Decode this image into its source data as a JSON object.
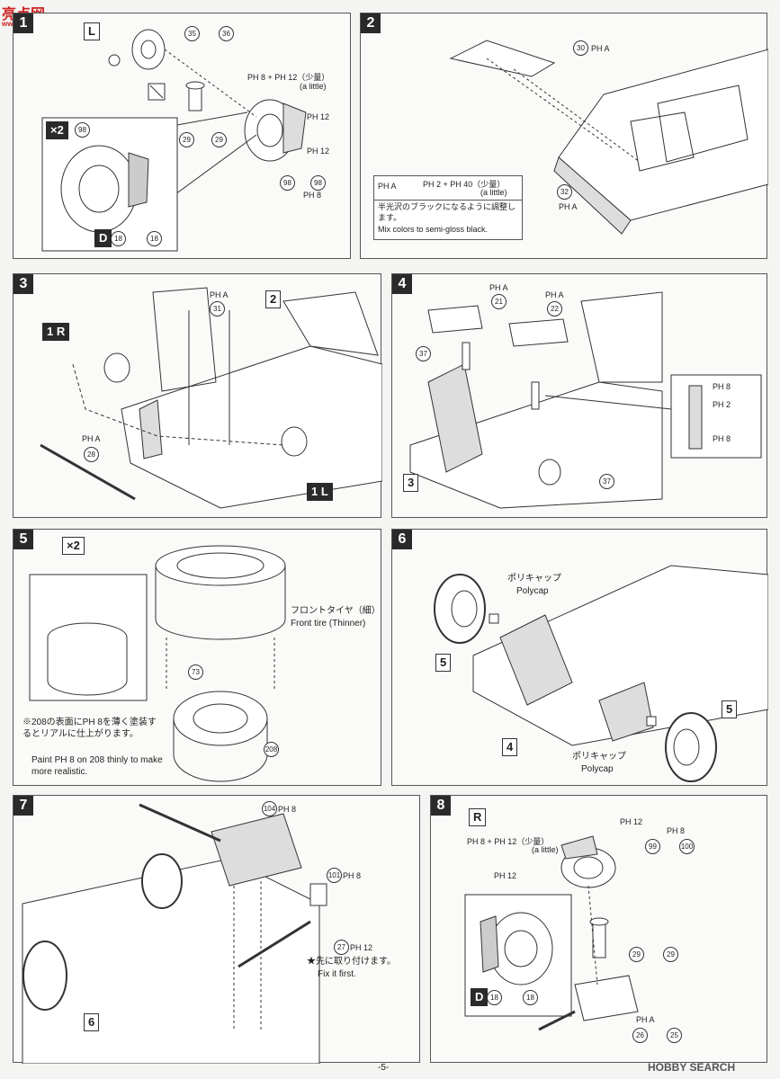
{
  "watermark_top": {
    "logo": "亮点网",
    "site": "www.lddxxx.net"
  },
  "watermark_bottom": "HOBBY SEARCH",
  "page_number": "-5-",
  "steps": {
    "s1": {
      "num": "1",
      "side": "L",
      "mini_label": "×2",
      "parts_a": "35",
      "parts_b": "36",
      "parts_c": "29",
      "parts_d": "29",
      "parts_e": "98",
      "parts_f": "98",
      "mini_part": "98",
      "mini_d": "D",
      "mini_d1": "18",
      "mini_d2": "18",
      "paint_mix": "PH 8 + PH 12（少量）",
      "paint_mix_en": "(a little)",
      "paint_12a": "PH 12",
      "paint_12b": "PH 12",
      "paint_8": "PH 8"
    },
    "s2": {
      "num": "2",
      "part_30": "30",
      "part_32": "32",
      "paint_a": "PH A",
      "paint_a2": "PH A",
      "table_key": "PH A",
      "table_val": "PH 2 + PH 40（少量）",
      "table_val_en": "(a little)",
      "note_jp": "半光沢のブラックになるように調整します。",
      "note_en": "Mix colors to semi-gloss black."
    },
    "s3": {
      "num": "3",
      "ref_2": "2",
      "side_1r": "1 R",
      "side_1l": "1 L",
      "part_31": "31",
      "part_28": "28",
      "paint_a": "PH A",
      "paint_a2": "PH A"
    },
    "s4": {
      "num": "4",
      "ref_3": "3",
      "part_21": "21",
      "part_22": "22",
      "part_37a": "37",
      "part_37b": "37",
      "paint_a": "PH A",
      "paint_a2": "PH A",
      "legend_1": "PH 8",
      "legend_2": "PH 2",
      "legend_3": "PH 8"
    },
    "s5": {
      "num": "5",
      "count": "×2",
      "tire_jp": "フロントタイヤ（細）",
      "tire_en": "Front tire (Thinner)",
      "part_73": "73",
      "part_208": "208",
      "note_jp": "※208の表面にPH 8を薄く塗装するとリアルに仕上がります。",
      "note_en": "Paint PH 8 on 208 thinly to make more realistic."
    },
    "s6": {
      "num": "6",
      "ref_5a": "5",
      "ref_5b": "5",
      "ref_4": "4",
      "polycap_jp": "ポリキャップ",
      "polycap_en": "Polycap",
      "polycap_jp2": "ポリキャップ",
      "polycap_en2": "Polycap"
    },
    "s7": {
      "num": "7",
      "ref_6": "6",
      "part_104": "104",
      "part_101": "101",
      "part_27": "27",
      "paint_104": "PH 8",
      "paint_101": "PH 8",
      "paint_27": "PH 12",
      "note_jp": "★先に取り付けます。",
      "note_en": "Fix it first."
    },
    "s8": {
      "num": "8",
      "side": "R",
      "paint_mix": "PH 8 + PH 12（少量）",
      "paint_mix_en": "(a little)",
      "paint_12a": "PH 12",
      "paint_12b": "PH 12",
      "paint_8": "PH 8",
      "part_99": "99",
      "part_100": "100",
      "part_29a": "29",
      "part_29b": "29",
      "part_26": "26",
      "part_25": "25",
      "paint_a": "PH A",
      "mini_d": "D",
      "mini_d1": "18",
      "mini_d2": "18"
    }
  }
}
